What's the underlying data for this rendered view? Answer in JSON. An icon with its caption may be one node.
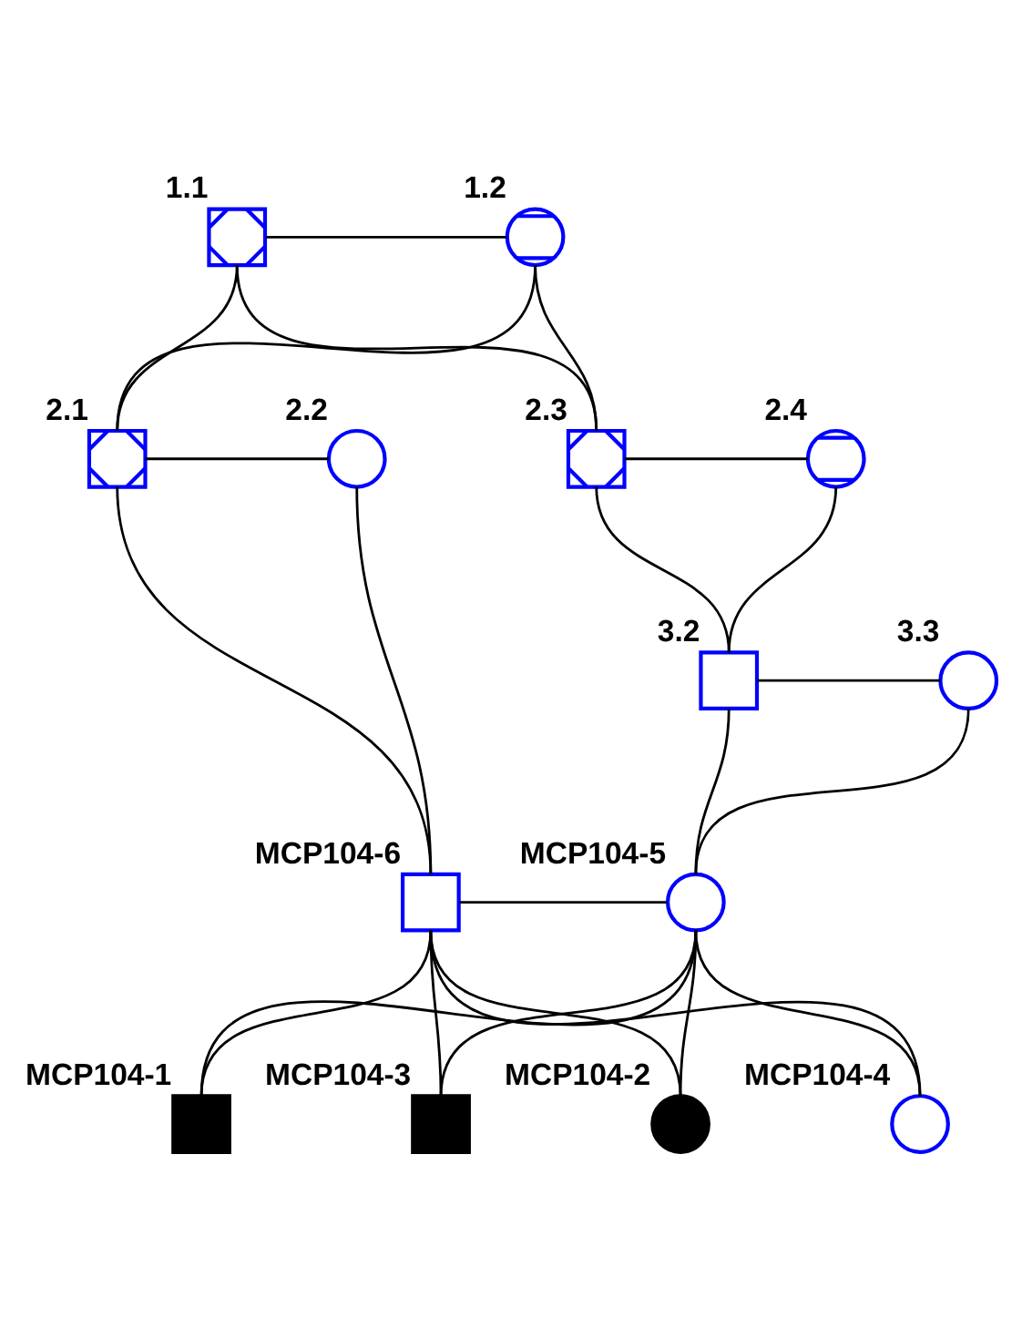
{
  "diagram": {
    "nodes": [
      {
        "text": [
          "1.1"
        ]
      },
      {
        "text": [
          "1.2"
        ]
      },
      {
        "text": [
          "2.1"
        ]
      },
      {
        "text": [
          "2.2"
        ]
      },
      {
        "text": [
          "2.3"
        ]
      },
      {
        "text": [
          "2.4"
        ]
      },
      {
        "text": [
          "3.2"
        ]
      },
      {
        "text": [
          "3.3"
        ]
      },
      {
        "text": [
          "MCP104-6"
        ]
      },
      {
        "text": [
          "MCP104-5"
        ]
      },
      {
        "text": [
          "MCP104-1"
        ]
      },
      {
        "text": [
          "MCP104-3"
        ]
      },
      {
        "text": [
          "MCP104-2"
        ]
      },
      {
        "text": [
          "MCP104-4"
        ]
      }
    ],
    "edges": [
      {
        "from": 0,
        "to": 1,
        "arrow": "none"
      },
      {
        "from": 0,
        "to": 2,
        "arrow": "none"
      },
      {
        "from": 1,
        "to": 2,
        "arrow": "none"
      },
      {
        "from": 0,
        "to": 4,
        "arrow": "none"
      },
      {
        "from": 1,
        "to": 4,
        "arrow": "none"
      },
      {
        "from": 2,
        "to": 3,
        "arrow": "none"
      },
      {
        "from": 4,
        "to": 5,
        "arrow": "none"
      },
      {
        "from": 2,
        "to": 8,
        "arrow": "none"
      },
      {
        "from": 3,
        "to": 8,
        "arrow": "none"
      },
      {
        "from": 4,
        "to": 6,
        "arrow": "none"
      },
      {
        "from": 5,
        "to": 6,
        "arrow": "none"
      },
      {
        "from": 6,
        "to": 7,
        "arrow": "none"
      },
      {
        "from": 6,
        "to": 9,
        "arrow": "none"
      },
      {
        "from": 7,
        "to": 9,
        "arrow": "none"
      },
      {
        "from": 8,
        "to": 9,
        "arrow": "none"
      },
      {
        "from": 8,
        "to": 10,
        "arrow": "none"
      },
      {
        "from": 9,
        "to": 10,
        "arrow": "none"
      },
      {
        "from": 8,
        "to": 11,
        "arrow": "none"
      },
      {
        "from": 9,
        "to": 11,
        "arrow": "none"
      },
      {
        "from": 8,
        "to": 12,
        "arrow": "none"
      },
      {
        "from": 9,
        "to": 12,
        "arrow": "none"
      },
      {
        "from": 8,
        "to": 13,
        "arrow": "none"
      },
      {
        "from": 9,
        "to": 13,
        "arrow": "none"
      }
    ]
  }
}
